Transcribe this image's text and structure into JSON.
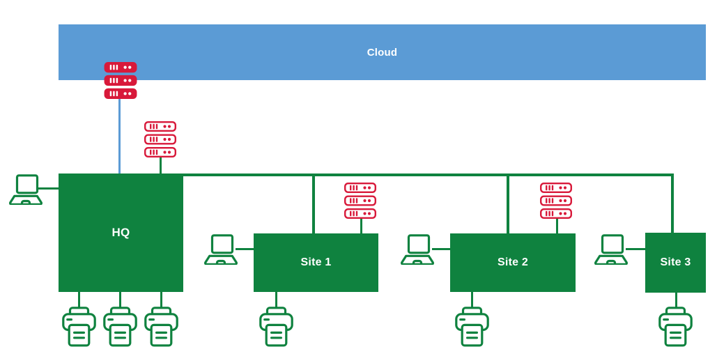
{
  "colors": {
    "blue": "#5b9bd5",
    "green": "#0f823f",
    "red": "#d8193a",
    "label": "#ffffff"
  },
  "cloud": {
    "label": "Cloud"
  },
  "sites": [
    {
      "id": "hq",
      "label": "HQ",
      "rack_server_stacks": 2,
      "laptops": 1,
      "printers": 3
    },
    {
      "id": "site-1",
      "label": "Site 1",
      "rack_server_stacks": 1,
      "laptops": 1,
      "printers": 1
    },
    {
      "id": "site-2",
      "label": "Site 2",
      "rack_server_stacks": 1,
      "laptops": 1,
      "printers": 1
    },
    {
      "id": "site-3",
      "label": "Site 3",
      "rack_server_stacks": 0,
      "laptops": 1,
      "printers": 1
    }
  ],
  "connections": [
    {
      "from": "cloud-rack-server",
      "to": "hq",
      "style": "blue"
    },
    {
      "from": "cloud-rack-server",
      "to": "cloud",
      "style": "overlap"
    },
    {
      "from": "hq-rack-server",
      "to": "hq",
      "style": "green"
    },
    {
      "from": "hq",
      "to": "site-1",
      "style": "green-bus"
    },
    {
      "from": "hq",
      "to": "site-2",
      "style": "green-bus"
    },
    {
      "from": "hq",
      "to": "site-3",
      "style": "green-bus"
    },
    {
      "from": "site-1-rack-server",
      "to": "site-1",
      "style": "green"
    },
    {
      "from": "site-2-rack-server",
      "to": "site-2",
      "style": "green"
    },
    {
      "from": "laptop",
      "to": "hq",
      "style": "green"
    },
    {
      "from": "laptop",
      "to": "site-1",
      "style": "green"
    },
    {
      "from": "laptop",
      "to": "site-2",
      "style": "green"
    },
    {
      "from": "laptop",
      "to": "site-3",
      "style": "green"
    },
    {
      "from": "printer-x3",
      "to": "hq",
      "style": "green"
    },
    {
      "from": "printer",
      "to": "site-1",
      "style": "green"
    },
    {
      "from": "printer",
      "to": "site-2",
      "style": "green"
    },
    {
      "from": "printer",
      "to": "site-3",
      "style": "green"
    }
  ]
}
